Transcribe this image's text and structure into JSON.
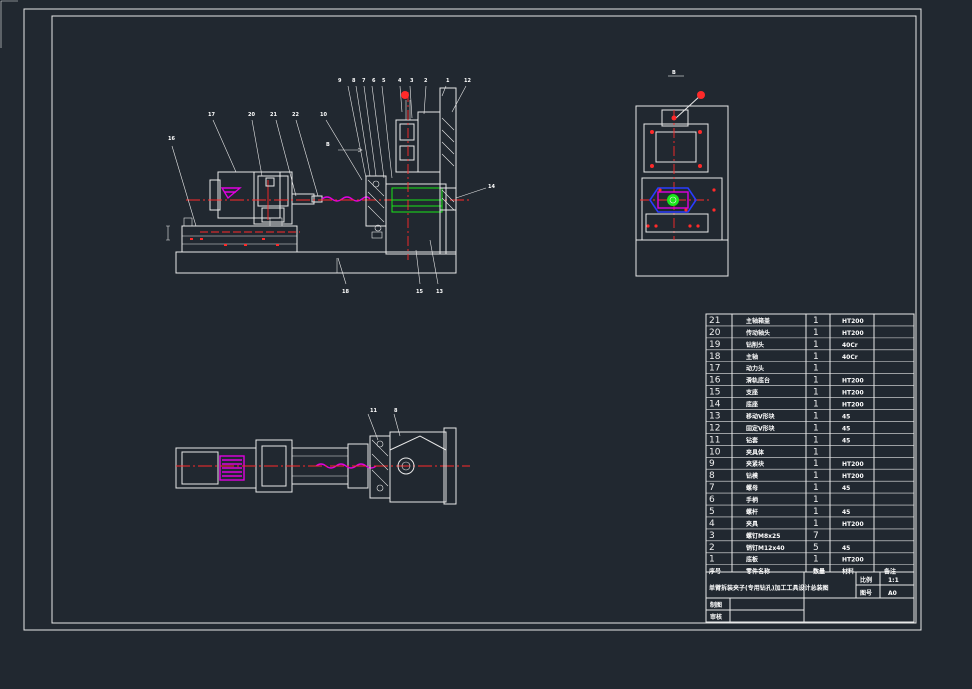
{
  "views": {
    "section_label": "B",
    "section_view_label": "B",
    "callouts_main": [
      "16",
      "17",
      "18",
      "20",
      "21",
      "22",
      "10",
      "9",
      "8",
      "7",
      "6",
      "5",
      "4",
      "3",
      "2",
      "1",
      "14",
      "15",
      "13",
      "12"
    ],
    "callouts_plan": [
      "11",
      "8"
    ]
  },
  "bom": {
    "rows": [
      {
        "no": "21",
        "name": "主轴箱盖",
        "qty": "1",
        "mat": "HT200",
        "note": ""
      },
      {
        "no": "20",
        "name": "传动轴头",
        "qty": "1",
        "mat": "HT200",
        "note": ""
      },
      {
        "no": "19",
        "name": "钻削头",
        "qty": "1",
        "mat": "40Cr",
        "note": ""
      },
      {
        "no": "18",
        "name": "主轴",
        "qty": "1",
        "mat": "40Cr",
        "note": ""
      },
      {
        "no": "17",
        "name": "动力头",
        "qty": "1",
        "mat": "",
        "note": ""
      },
      {
        "no": "16",
        "name": "滑轨底台",
        "qty": "1",
        "mat": "HT200",
        "note": ""
      },
      {
        "no": "15",
        "name": "支座",
        "qty": "1",
        "mat": "HT200",
        "note": ""
      },
      {
        "no": "14",
        "name": "底座",
        "qty": "1",
        "mat": "HT200",
        "note": ""
      },
      {
        "no": "13",
        "name": "移动V形块",
        "qty": "1",
        "mat": "45",
        "note": ""
      },
      {
        "no": "12",
        "name": "固定V形块",
        "qty": "1",
        "mat": "45",
        "note": ""
      },
      {
        "no": "11",
        "name": "钻套",
        "qty": "1",
        "mat": "45",
        "note": ""
      },
      {
        "no": "10",
        "name": "夹具体",
        "qty": "1",
        "mat": "",
        "note": ""
      },
      {
        "no": "9",
        "name": "夹紧块",
        "qty": "1",
        "mat": "HT200",
        "note": ""
      },
      {
        "no": "8",
        "name": "钻模",
        "qty": "1",
        "mat": "HT200",
        "note": ""
      },
      {
        "no": "7",
        "name": "螺母",
        "qty": "1",
        "mat": "45",
        "note": ""
      },
      {
        "no": "6",
        "name": "手柄",
        "qty": "1",
        "mat": "",
        "note": ""
      },
      {
        "no": "5",
        "name": "螺杆",
        "qty": "1",
        "mat": "45",
        "note": ""
      },
      {
        "no": "4",
        "name": "夹具",
        "qty": "1",
        "mat": "HT200",
        "note": ""
      },
      {
        "no": "3",
        "name": "螺钉M8x25",
        "qty": "7",
        "mat": "",
        "note": ""
      },
      {
        "no": "2",
        "name": "销钉M12x40",
        "qty": "5",
        "mat": "45",
        "note": ""
      },
      {
        "no": "1",
        "name": "底板",
        "qty": "1",
        "mat": "HT200",
        "note": ""
      }
    ],
    "header": {
      "no": "序号",
      "name": "零件名称",
      "qty": "数量",
      "mat": "材料",
      "note": "备注"
    }
  },
  "title_block": {
    "title": "单臂拆装夹子(专用钻孔)加工工具设计总装图",
    "scale_label": "比例",
    "scale_value": "1:1",
    "sheet_label": "图号",
    "sheet_value": "A0",
    "drawn_label": "制图",
    "check_label": "审核"
  },
  "colors": {
    "background": "#212830",
    "line": "#e8e8e8",
    "center_line": "#ff2a2a",
    "green": "#19e619",
    "magenta": "#e000e0",
    "blue": "#2a3cff"
  }
}
